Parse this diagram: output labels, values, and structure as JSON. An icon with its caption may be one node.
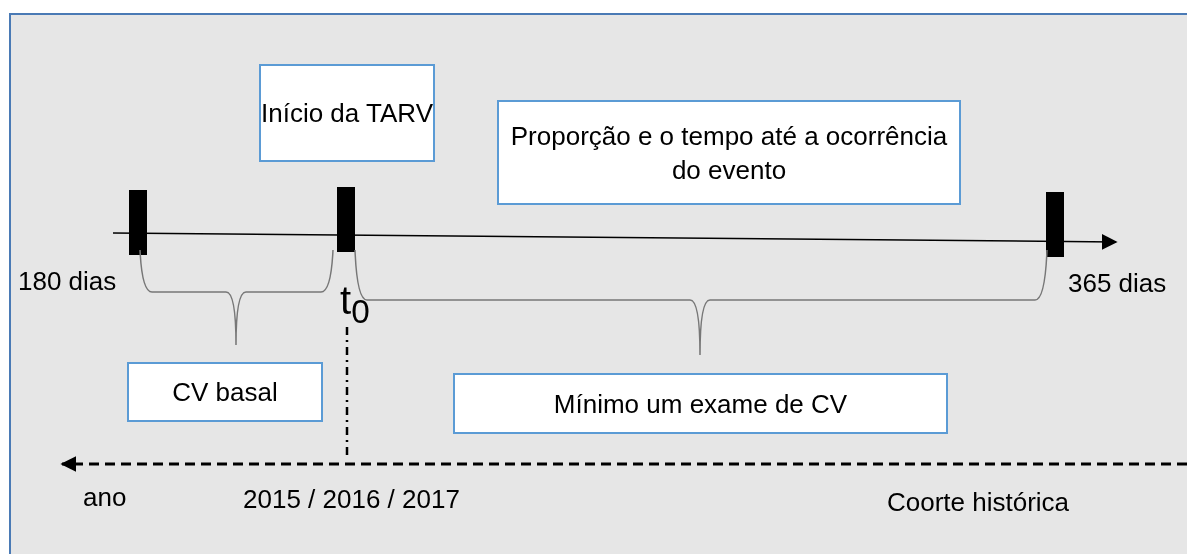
{
  "diagram": {
    "nodes": [
      {
        "text": [
          "Início da TARV"
        ]
      },
      {
        "text": [
          "Proporção e o tempo até a ocorrência do evento"
        ]
      },
      {
        "text": [
          "CV basal"
        ]
      },
      {
        "text": [
          "Mínimo um exame de CV"
        ]
      }
    ],
    "labels": [
      "180 dias",
      "t$_{0}$",
      "365 dias",
      "ano",
      "2015 / 2016 / 2017",
      "Coorte histórica"
    ]
  }
}
